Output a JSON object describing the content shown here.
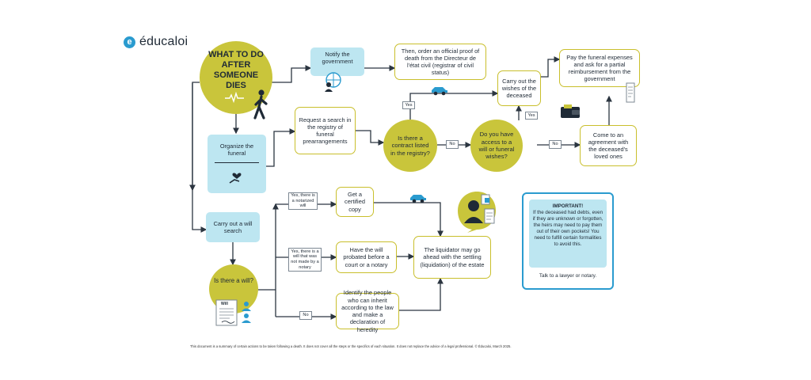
{
  "logo": {
    "badge": "e",
    "text": "éducaloi"
  },
  "nodes": {
    "start": "WHAT TO DO AFTER SOMEONE DIES",
    "notify": "Notify the government",
    "proof": "Then, order an official proof of death from the Directeur de l'état civil (registrar of civil status)",
    "organize": "Organize the funeral",
    "request": "Request a search in the registry of funeral prearrangements",
    "contract": "Is there a contract listed in the registry?",
    "access": "Do you have access to a will or funeral wishes?",
    "carry_wishes": "Carry out the wishes of the deceased",
    "pay": "Pay the funeral expenses and ask for a partial reimbursement from the government",
    "agreement": "Come to an agreement with the deceased's loved ones",
    "will_search": "Carry out a will search",
    "is_will": "Is there a will?",
    "certified": "Get a certified copy",
    "probated": "Have the will probated before a court or a notary",
    "identify": "Identify the people who can inherit according to the law and make a declaration of heredity",
    "liquidator": "The liquidator may go ahead with the settling (liquidation) of the estate"
  },
  "tags": {
    "yes_top": "Yes",
    "yes_mid": "Yes",
    "no_contract": "No",
    "no_access": "No",
    "notarized": "Yes, there is a notarized will",
    "not_notary": "Yes, there is a will that was not made by a notary",
    "no_will": "No"
  },
  "important": {
    "title": "IMPORTANT!",
    "body": "If the deceased had debts, even if they are unknown or forgotten, the heirs may need to pay them out of their own pockets! You need to fulfill certain formalities to avoid this.",
    "footer": "Talk to a lawyer or notary."
  },
  "icons": {
    "person": "person-walking-icon",
    "heartbeat": "heartbeat-icon",
    "globe": "globe-person-icon",
    "hand": "hand-heart-icon",
    "car": "car-icon",
    "wallet": "wallet-icon",
    "receipt": "receipt-icon",
    "will_doc": "will-document-icon",
    "people": "people-icon",
    "liquidator": "liquidator-person-icon"
  },
  "will_doc_label": "Will",
  "footer": "This document is a summary of certain actions to be taken following a death. It does not cover all the steps or the specifics of each situation. It does not replace the advice of a legal professional. © Éducaloi, March 2025.",
  "colors": {
    "olive": "#c9c53b",
    "light_blue": "#bde6f1",
    "box_border": "#c9bf2c",
    "accent_blue": "#2a9bcf",
    "line": "#2b3540"
  }
}
